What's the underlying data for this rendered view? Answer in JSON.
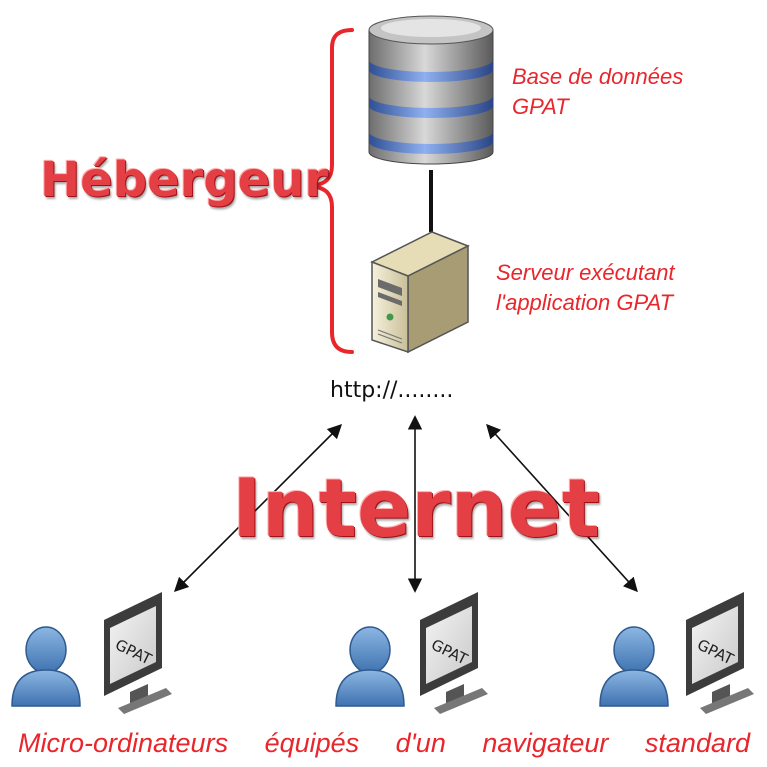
{
  "host": {
    "label": "Hébergeur"
  },
  "database": {
    "label_line1": "Base de données",
    "label_line2": "GPAT",
    "icon": "database-icon"
  },
  "server": {
    "label_line1": "Serveur exécutant",
    "label_line2": "l'application GPAT",
    "icon": "server-tower-icon"
  },
  "url": {
    "text": "http://........"
  },
  "network": {
    "label": "Internet"
  },
  "clients": [
    {
      "screen_text": "GPAT",
      "user_icon": "user-icon",
      "monitor_icon": "monitor-icon"
    },
    {
      "screen_text": "GPAT",
      "user_icon": "user-icon",
      "monitor_icon": "monitor-icon"
    },
    {
      "screen_text": "GPAT",
      "user_icon": "user-icon",
      "monitor_icon": "monitor-icon"
    }
  ],
  "caption": {
    "words": [
      "Micro-ordinateurs",
      "équipés",
      "d'un",
      "navigateur",
      "standard"
    ]
  },
  "colors": {
    "accent_red": "#e8262b",
    "database_blue": "#4f77c9",
    "user_blue": "#5b8ec7"
  }
}
